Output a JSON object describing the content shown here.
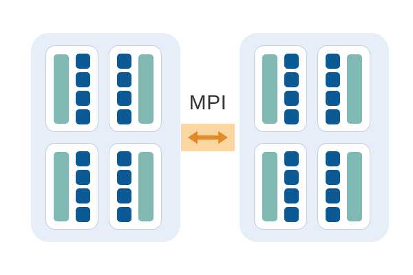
{
  "diagram": {
    "title": "MPI distributed memory cluster diagram",
    "interconnect": {
      "label": "MPI",
      "icon": "double-arrow-horizontal",
      "box_color": "#fbd6a0",
      "arrow_color": "#e08b28",
      "label_color": "#333333"
    },
    "colors": {
      "background": "#ffffff",
      "node_panel": "#e6eef9",
      "socket_card": "#ffffff",
      "socket_border": "#c6cce0",
      "memory_bar": "#80b8b3",
      "core": "#0b5a96"
    },
    "nodes": [
      {
        "name": "node-left",
        "position": "left",
        "sockets": [
          {
            "name": "socket-top-left",
            "memory_side": "left",
            "core_count": 4
          },
          {
            "name": "socket-top-right",
            "memory_side": "right",
            "core_count": 4
          },
          {
            "name": "socket-bottom-left",
            "memory_side": "left",
            "core_count": 4
          },
          {
            "name": "socket-bottom-right",
            "memory_side": "right",
            "core_count": 4
          }
        ]
      },
      {
        "name": "node-right",
        "position": "right",
        "sockets": [
          {
            "name": "socket-top-left",
            "memory_side": "left",
            "core_count": 4
          },
          {
            "name": "socket-top-right",
            "memory_side": "right",
            "core_count": 4
          },
          {
            "name": "socket-bottom-left",
            "memory_side": "left",
            "core_count": 4
          },
          {
            "name": "socket-bottom-right",
            "memory_side": "right",
            "core_count": 4
          }
        ]
      }
    ]
  }
}
